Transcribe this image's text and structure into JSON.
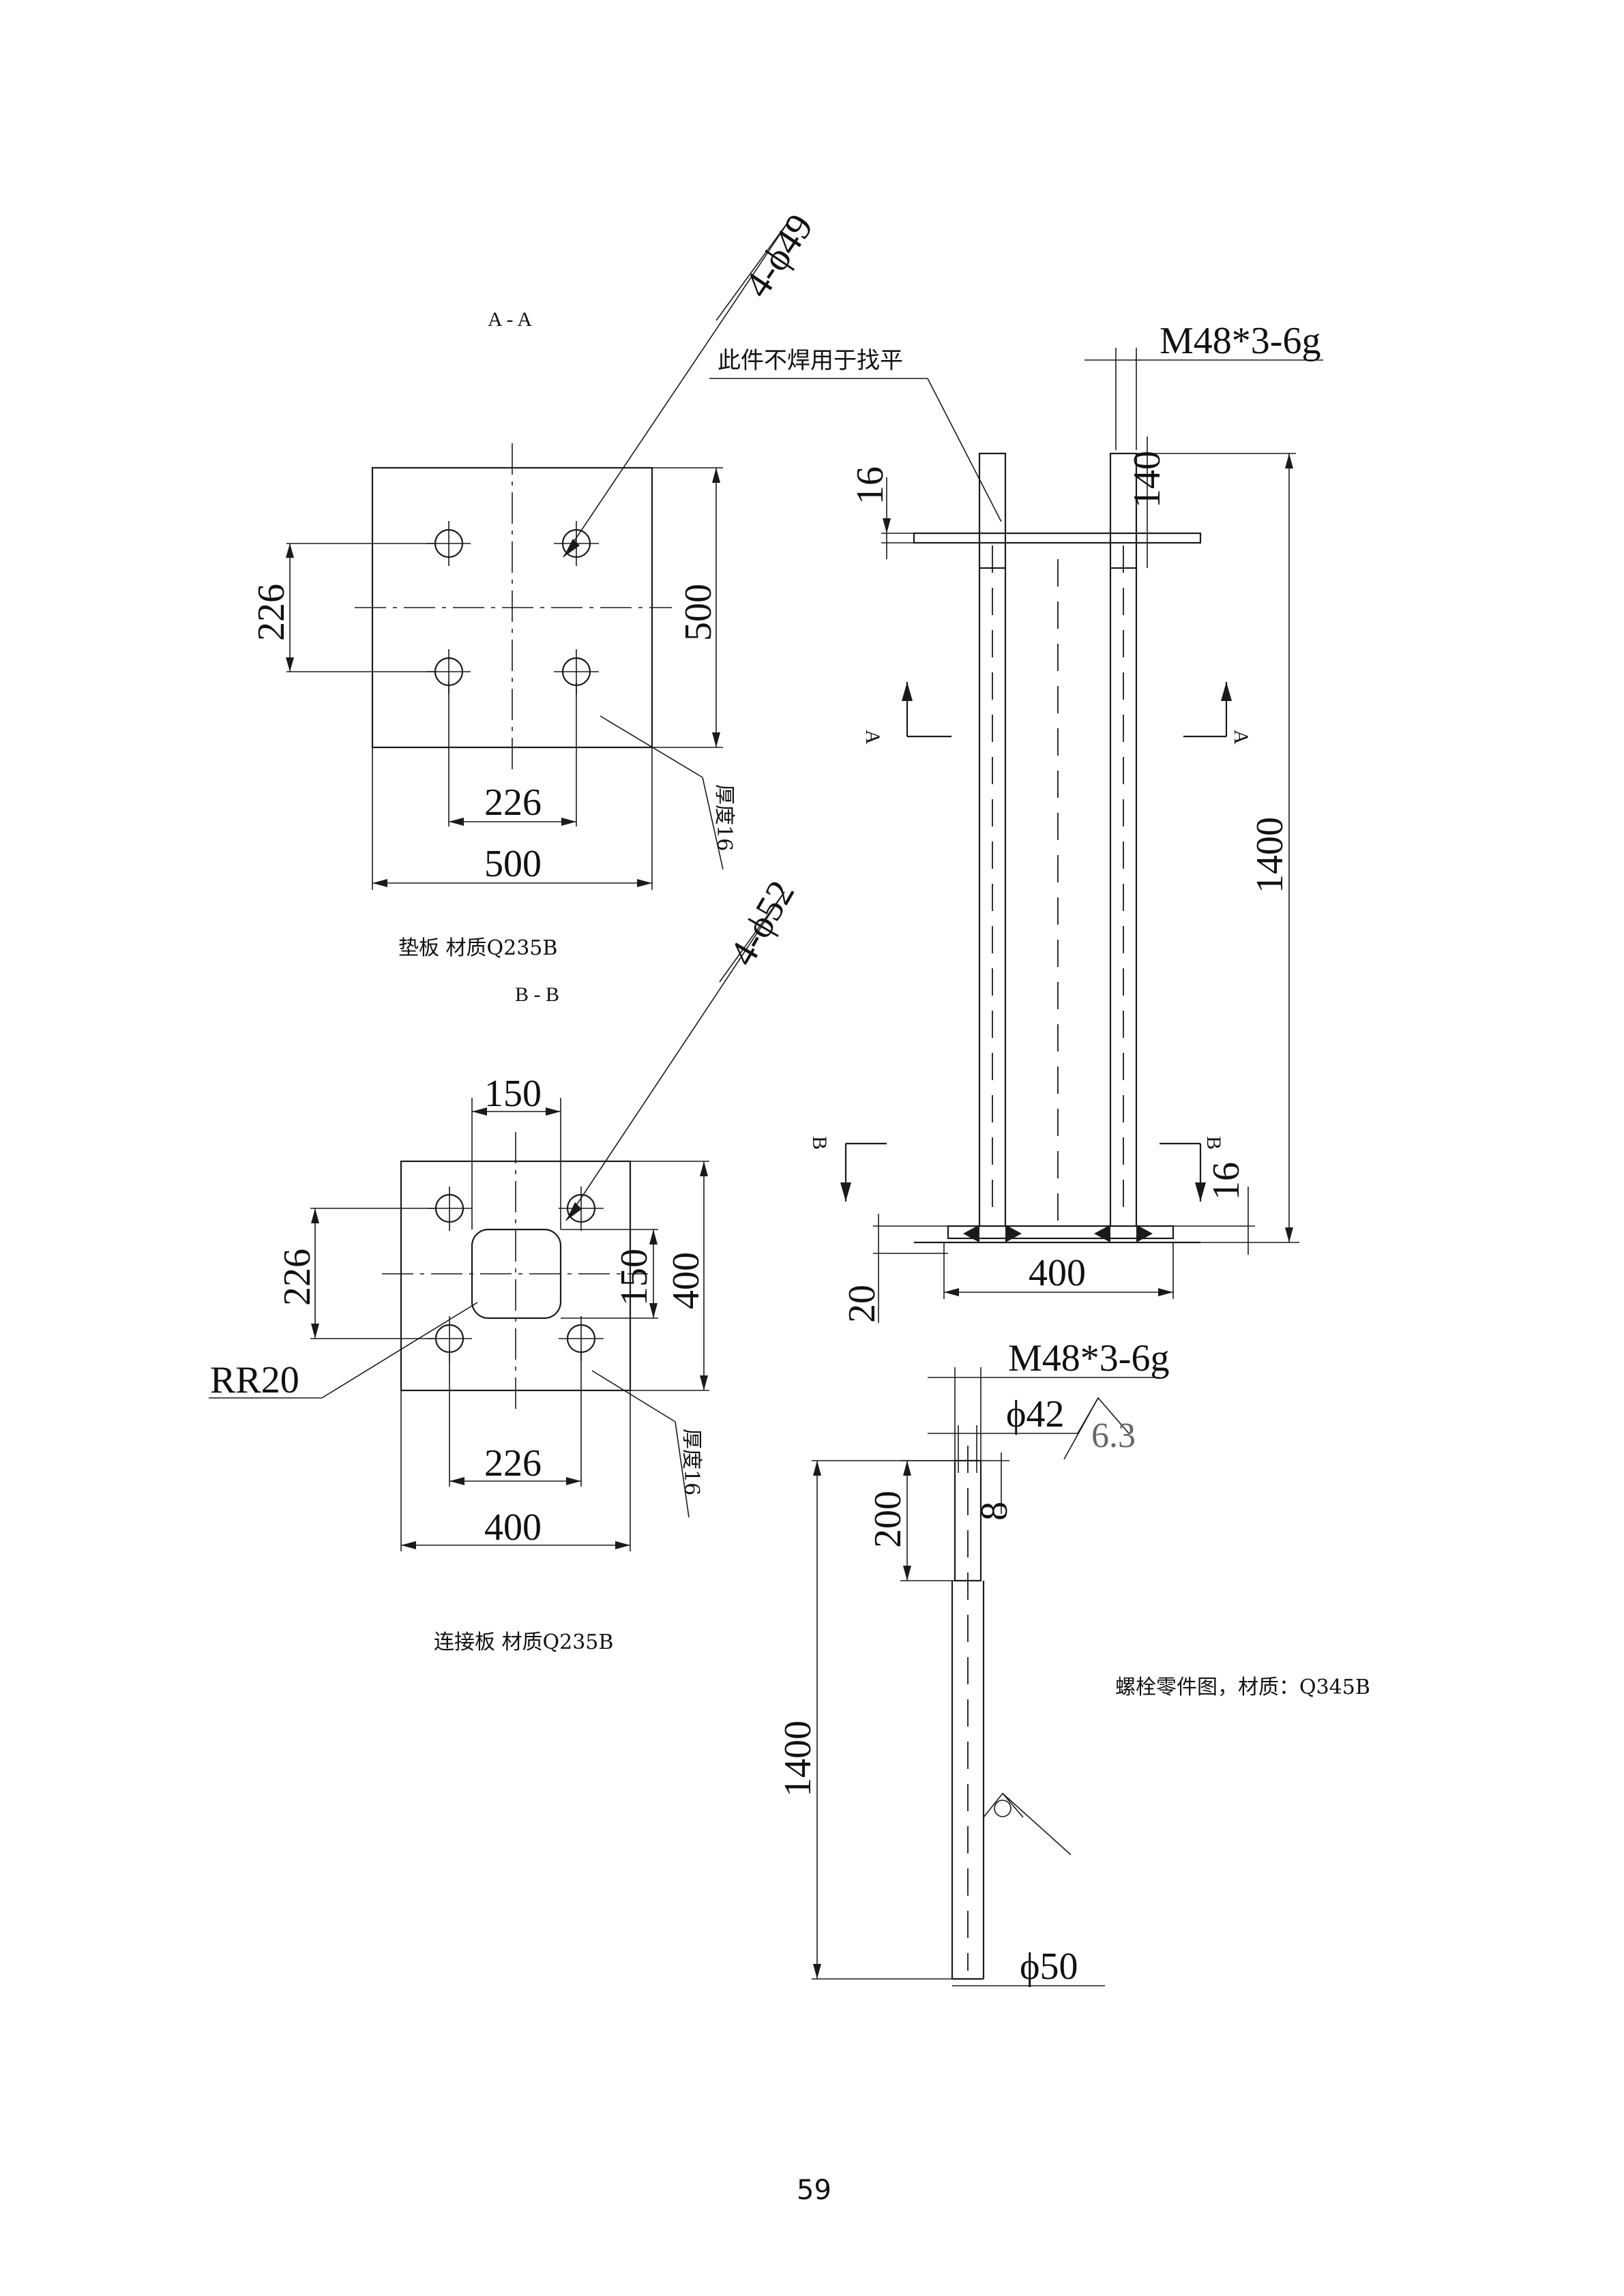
{
  "plate_aa": {
    "section_label": "A - A",
    "hole_callout": "4-ϕ49",
    "dim_hole_spacing_v": "226",
    "dim_hole_spacing_h": "226",
    "dim_width": "500",
    "dim_height": "500",
    "thickness": "厚度16",
    "caption": "垫板 材质Q235B"
  },
  "plate_bb": {
    "section_label": "B - B",
    "hole_callout": "4-ϕ52",
    "dim_top_opening": "150",
    "dim_hole_spacing_v": "226",
    "dim_opening_v": "150",
    "dim_height": "400",
    "corner_radius": "RR20",
    "dim_hole_spacing_h": "226",
    "dim_width": "400",
    "thickness": "厚度16",
    "caption": "连接板 材质Q235B"
  },
  "assembly": {
    "note": "此件不焊用于找平",
    "thread": "M48*3-6g",
    "dim_top_plate": "16",
    "dim_thread_len": "140",
    "dim_length": "1400",
    "dim_bottom_plate": "16",
    "dim_base": "20",
    "dim_bolt_spacing": "400",
    "section_a": "A",
    "section_b": "B"
  },
  "bolt_part": {
    "thread": "M48*3-6g",
    "dia_root": "ϕ42",
    "roughness": "6.3",
    "dim_thread_len": "200",
    "dim_chamfer": "8",
    "dim_length": "1400",
    "dia_body": "ϕ50",
    "caption": "螺栓零件图，材质：Q345B"
  },
  "page_number": "59"
}
